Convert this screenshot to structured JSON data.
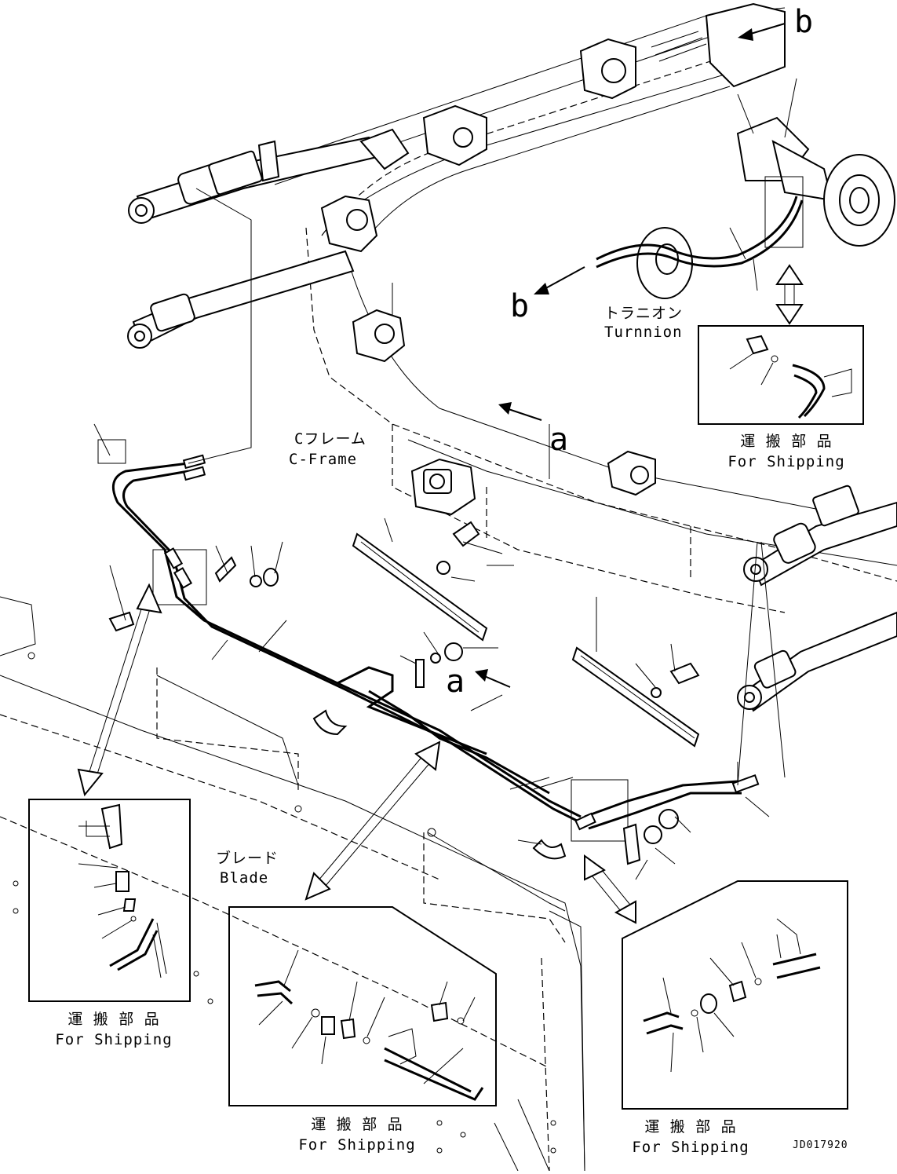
{
  "labels": {
    "ref_b_top": "b",
    "ref_b_left": "b",
    "ref_a_right": "a",
    "ref_a_center": "a",
    "trunnion_jp": "トラニオン",
    "trunnion_en": "Turnnion",
    "cframe_jp": "Cフレーム",
    "cframe_en": "C-Frame",
    "blade_jp": "ブレード",
    "blade_en": "Blade",
    "drawing_number": "JD017920"
  },
  "shipping_boxes": [
    {
      "id": "top-right",
      "title_jp": "運 搬 部 品",
      "title_en": "For Shipping"
    },
    {
      "id": "left",
      "title_jp": "運 搬 部 品",
      "title_en": "For Shipping"
    },
    {
      "id": "center",
      "title_jp": "運 搬 部 品",
      "title_en": "For Shipping"
    },
    {
      "id": "bottom-right",
      "title_jp": "運 搬 部 品",
      "title_en": "For Shipping"
    }
  ]
}
